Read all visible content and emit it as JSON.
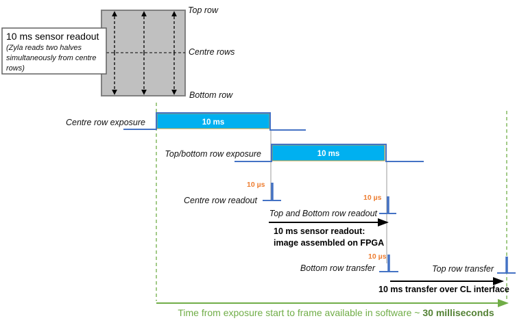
{
  "sensor": {
    "callout_title": "10 ms sensor readout",
    "callout_note": [
      "(Zyla reads two halves",
      "simultaneously from centre",
      "rows)"
    ],
    "top_label": "Top row",
    "centre_label": "Centre rows",
    "bottom_label": "Bottom row"
  },
  "timing": {
    "centre_exposure_label": "Centre row exposure",
    "centre_exposure_duration": "10 ms",
    "topbottom_exposure_label": "Top/bottom row exposure",
    "topbottom_exposure_duration": "10 ms",
    "centre_readout_label": "Centre row readout",
    "centre_readout_duration": "10 µs",
    "topbottom_readout_label": "Top and Bottom row readout",
    "topbottom_readout_duration": "10 µs",
    "sensor_readout_note": [
      "10 ms sensor readout:",
      "image assembled on FPGA"
    ],
    "bottom_transfer_label": "Bottom row transfer",
    "bottom_transfer_duration": "10 µs",
    "top_transfer_label": "Top row transfer",
    "transfer_note": "10 ms transfer over CL interface",
    "total_text": "Time from exposure start to frame available in software ~ ",
    "total_value": "30 milliseconds"
  },
  "colors": {
    "exposure_bar": "#00b0f0",
    "signal": "#4472c4",
    "duration_label": "#ed7d31",
    "total_line": "#70ad47"
  }
}
